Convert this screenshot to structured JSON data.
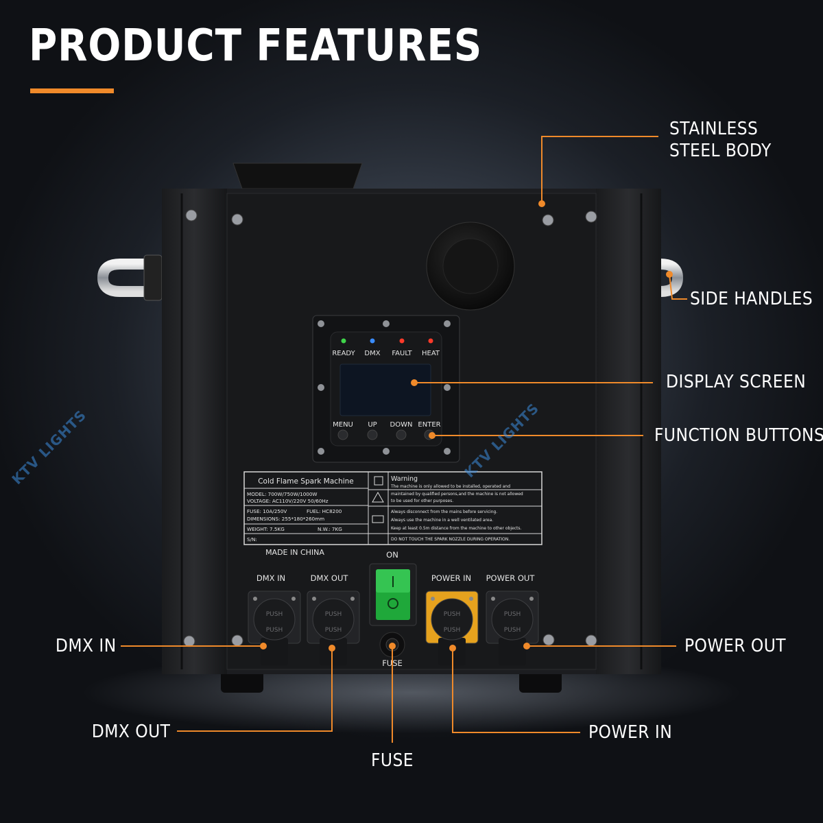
{
  "title": "PRODUCT FEATURES",
  "accent_color": "#f08a2a",
  "callouts": {
    "stainless_line1": "STAINLESS",
    "stainless_line2": "STEEL BODY",
    "side_handles": "SIDE HANDLES",
    "display_screen": "DISPLAY SCREEN",
    "function_buttons": "FUNCTION BUTTONS",
    "dmx_in": "DMX IN",
    "power_out": "POWER OUT",
    "dmx_out": "DMX OUT",
    "power_in": "POWER IN",
    "fuse": "FUSE"
  },
  "panel": {
    "leds": [
      "READY",
      "DMX",
      "FAULT",
      "HEAT"
    ],
    "led_colors": [
      "#3fd44a",
      "#3a8cff",
      "#ff3a2a",
      "#ff3a2a"
    ],
    "buttons": [
      "MENU",
      "UP",
      "DOWN",
      "ENTER"
    ]
  },
  "label_plate": {
    "name": "Cold Flame Spark Machine",
    "model": "MODEL: 700W/750W/1000W",
    "voltage": "VOLTAGE: AC110V/220V 50/60Hz",
    "fuse": "FUSE: 10A/250V",
    "fuel": "FUEL: HC8200",
    "dimensions": "DIMENSIONS: 255*180*260mm",
    "weight": "WEIGHT: 7.5KG",
    "nw": "N.W.: 7KG",
    "sn": "S/N:",
    "warning_title": "Warning",
    "warning_1": "The machine is only allowed to be installed, operated and",
    "warning_2": "maintained by qualified persons,and the machine is not allowed",
    "warning_3": "to be used for other purposes.",
    "warning_4": "Always disconnect from the mains before servicing.",
    "warning_5": "Always use the machine in a well ventilated area.",
    "warning_6": "Keep at least 0.5m distance from the machine to other objects.",
    "warning_7": "DO NOT TOUCH THE SPARK NOZZLE DURING OPERATION."
  },
  "made_in": "MADE IN CHINA",
  "ports": {
    "dmx_in": "DMX IN",
    "dmx_out": "DMX OUT",
    "power_in": "POWER IN",
    "power_out": "POWER OUT",
    "on": "ON",
    "fuse": "FUSE",
    "push": "PUSH"
  },
  "watermark": "KTV LIGHTS"
}
